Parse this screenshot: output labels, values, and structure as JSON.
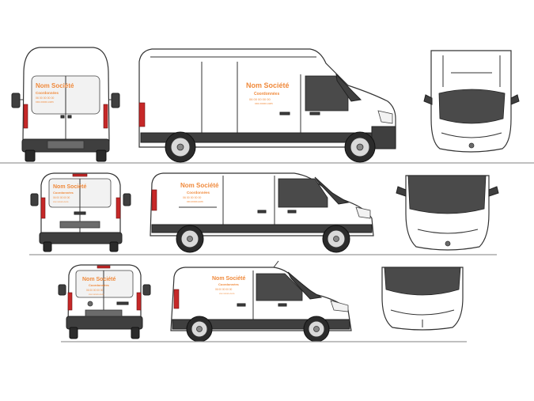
{
  "decal": {
    "company": "Nom Société",
    "details": "Coordonnées",
    "phone": "06 00 00 00 00",
    "web": "xxx.xxxxx.com"
  },
  "colors": {
    "accent": "#f08a3c",
    "body": "#ffffff",
    "outline": "#333333",
    "trim": "#3f3f3f",
    "light": "#c62828"
  }
}
